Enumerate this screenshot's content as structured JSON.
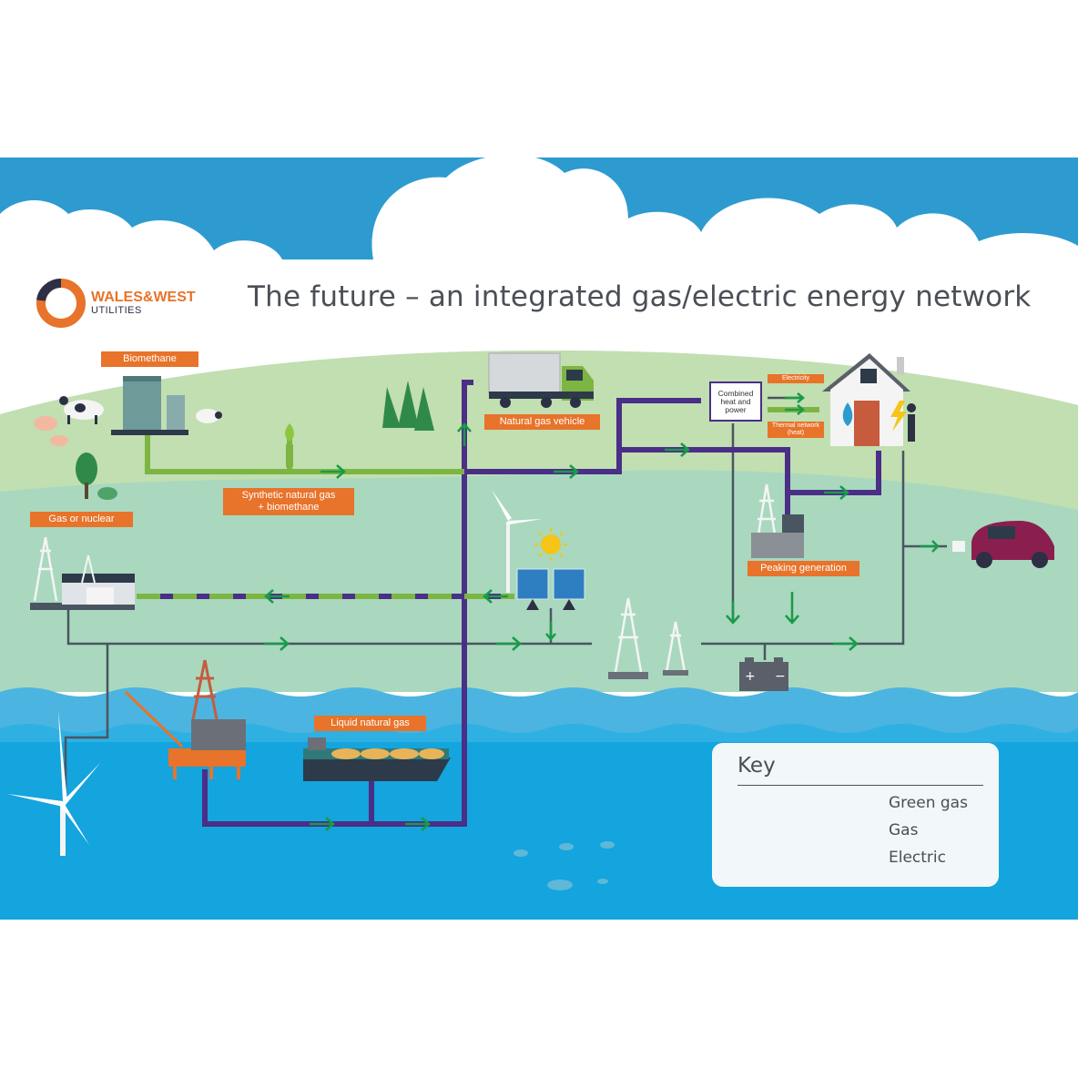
{
  "title": "The future – an integrated gas/electric energy network",
  "logo": {
    "name": "WALES&WEST",
    "sub": "UTILITIES"
  },
  "labels": {
    "biomethane": "Biomethane",
    "synthetic": "Synthetic natural gas\n+ biomethane",
    "gas_or_nuclear": "Gas or nuclear",
    "natural_gas_vehicle": "Natural gas vehicle",
    "chp": "Combined heat and power",
    "electricity": "Electricity",
    "thermal_network": "Thermal network (heat)",
    "peaking_generation": "Peaking generation",
    "liquid_natural_gas": "Liquid natural gas"
  },
  "key": {
    "title": "Key",
    "items": [
      {
        "label": "Green gas",
        "color": "#7db543"
      },
      {
        "label": "Gas",
        "color": "#4a2e87"
      },
      {
        "label": "Electric",
        "color": "#4a5562"
      }
    ]
  },
  "colors": {
    "sky": "#2e9bd0",
    "land": "#a9d8be",
    "hill": "#c1dfb0",
    "sea_top": "#4cb4e0",
    "sea": "#14a4de",
    "accent": "#e8732a",
    "arrow": "#1a9a4a"
  }
}
